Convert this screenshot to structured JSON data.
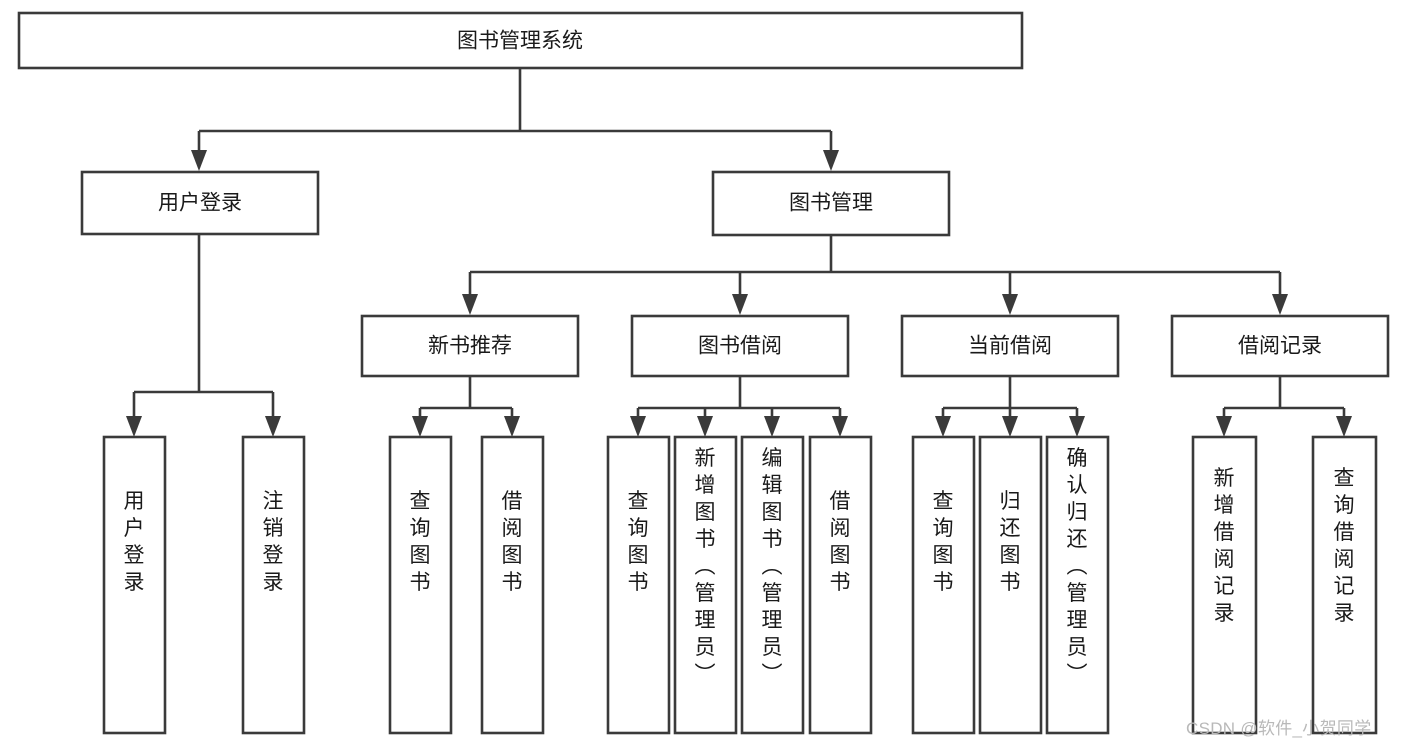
{
  "diagram": {
    "title": "图书管理系统",
    "type": "hierarchy-tree",
    "watermark": "CSDN @软件_小贺同学",
    "colors": {
      "box_stroke": "#3a3a3a",
      "box_fill": "#ffffff",
      "text": "#1a1a1a",
      "connector": "#3a3a3a",
      "watermark": "#b9b9b9",
      "background": "#ffffff"
    },
    "root": {
      "label": "图书管理系统"
    },
    "level2": [
      {
        "id": "user-login",
        "label": "用户登录"
      },
      {
        "id": "book-manage",
        "label": "图书管理"
      }
    ],
    "level3": [
      {
        "id": "new-book-recommend",
        "label": "新书推荐"
      },
      {
        "id": "book-borrow",
        "label": "图书借阅"
      },
      {
        "id": "current-borrow",
        "label": "当前借阅"
      },
      {
        "id": "borrow-record",
        "label": "借阅记录"
      }
    ],
    "leaves": {
      "user_login": [
        {
          "id": "leaf-user-login",
          "label": "用户登录"
        },
        {
          "id": "leaf-logout-login",
          "label": "注销登录"
        }
      ],
      "new_book_recommend": [
        {
          "id": "leaf-query-book-1",
          "label": "查询图书"
        },
        {
          "id": "leaf-borrow-book-1",
          "label": "借阅图书"
        }
      ],
      "book_borrow": [
        {
          "id": "leaf-query-book-2",
          "label": "查询图书"
        },
        {
          "id": "leaf-add-book",
          "label": "新增图书（管理员）"
        },
        {
          "id": "leaf-edit-book",
          "label": "编辑图书（管理员）"
        },
        {
          "id": "leaf-borrow-book-2",
          "label": "借阅图书"
        }
      ],
      "current_borrow": [
        {
          "id": "leaf-query-book-3",
          "label": "查询图书"
        },
        {
          "id": "leaf-return-book",
          "label": "归还图书"
        },
        {
          "id": "leaf-confirm-return",
          "label": "确认归还（管理员）"
        }
      ],
      "borrow_record": [
        {
          "id": "leaf-add-record",
          "label": "新增借阅记录"
        },
        {
          "id": "leaf-query-record",
          "label": "查询借阅记录"
        }
      ]
    }
  }
}
